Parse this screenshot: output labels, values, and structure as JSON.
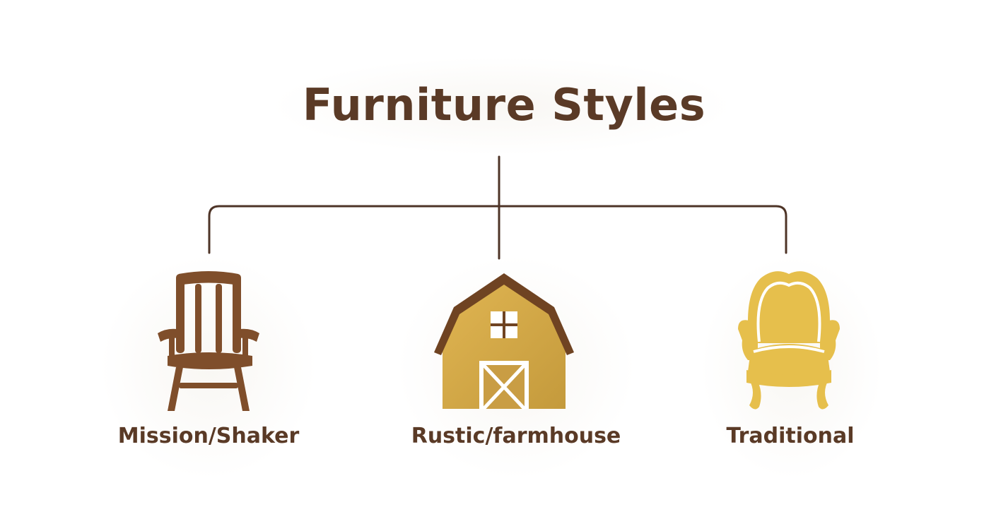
{
  "title": "Furniture Styles",
  "branches": [
    {
      "label": "Mission/Shaker",
      "icon": "rocking-chair-icon"
    },
    {
      "label": "Rustic/farmhouse",
      "icon": "barn-icon"
    },
    {
      "label": "Traditional",
      "icon": "armchair-icon"
    }
  ],
  "colors": {
    "text": "#5a3a26",
    "line": "#4e3427",
    "chair": "#7f4e2b",
    "barn_roof": "#6f4322",
    "barn_body": "#d2a645",
    "armchair": "#e6bf4c"
  }
}
